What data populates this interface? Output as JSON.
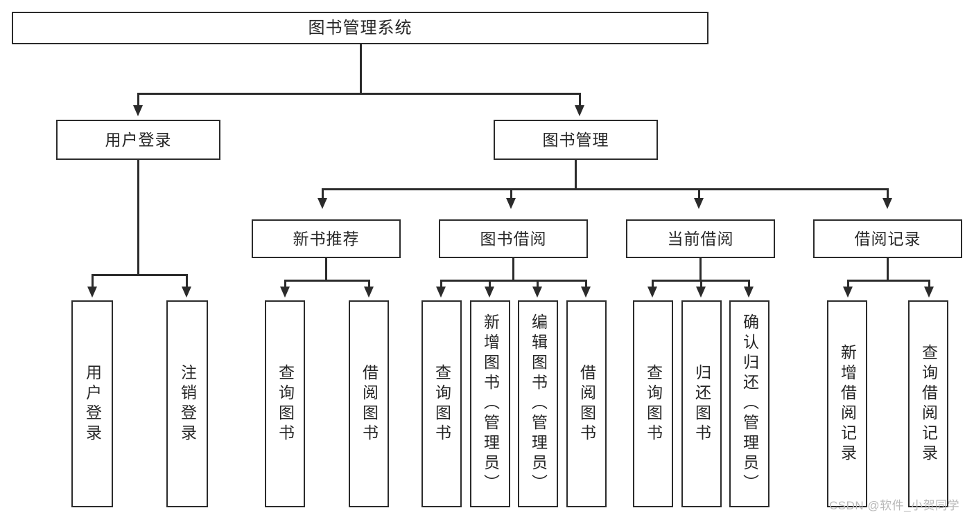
{
  "diagram": {
    "type": "tree",
    "title": "图书管理系统",
    "root": {
      "label": "图书管理系统"
    },
    "level2": [
      {
        "label": "用户登录"
      },
      {
        "label": "图书管理"
      }
    ],
    "level3": [
      {
        "label": "新书推荐"
      },
      {
        "label": "图书借阅"
      },
      {
        "label": "当前借阅"
      },
      {
        "label": "借阅记录"
      }
    ],
    "leaves": {
      "user_login": [
        {
          "label": "用户登录"
        },
        {
          "label": "注销登录"
        }
      ],
      "new_book_recommend": [
        {
          "label": "查询图书"
        },
        {
          "label": "借阅图书"
        }
      ],
      "book_borrow": [
        {
          "label": "查询图书"
        },
        {
          "label": "新增图书（管理员）"
        },
        {
          "label": "编辑图书（管理员）"
        },
        {
          "label": "借阅图书"
        }
      ],
      "current_borrow": [
        {
          "label": "查询图书"
        },
        {
          "label": "归还图书"
        },
        {
          "label": "确认归还（管理员）"
        }
      ],
      "borrow_record": [
        {
          "label": "新增借阅记录"
        },
        {
          "label": "查询借阅记录"
        }
      ]
    }
  },
  "watermark": {
    "text": "CSDN @软件_小贺同学"
  },
  "colors": {
    "stroke": "#2b2b2b",
    "text": "#262626",
    "background": "#ffffff",
    "watermark": "#b9b9b9"
  }
}
